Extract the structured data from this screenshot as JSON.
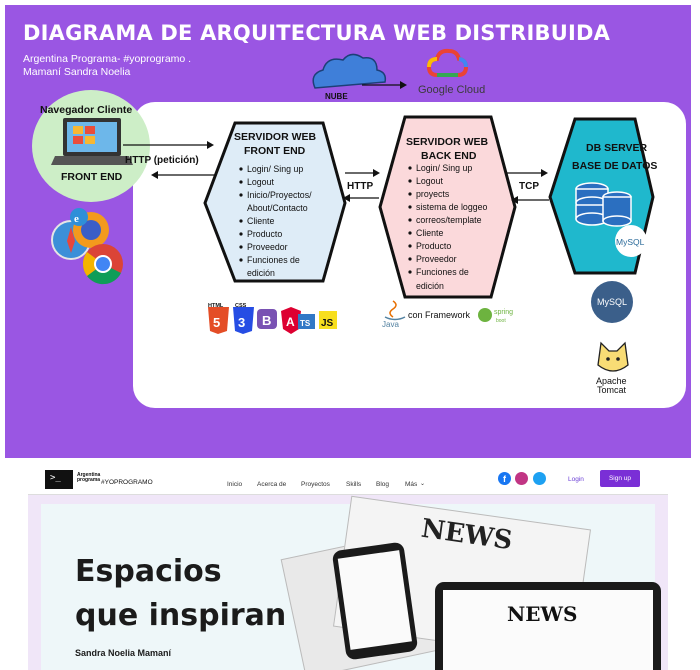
{
  "diagram": {
    "title": "DIAGRAMA DE ARQUITECTURA WEB DISTRIBUIDA",
    "subtitle_line1": "Argentina Programa- #yoprogramo .",
    "subtitle_line2": "Mamaní Sandra Noelia",
    "cloud_label": "NUBE",
    "google_cloud": "Google Cloud",
    "client_title": "Navegador Cliente",
    "client_sub": "FRONT END",
    "http_request": "HTTP (petición)",
    "http": "HTTP",
    "tcp": "TCP",
    "frontend": {
      "title1": "SERVIDOR WEB",
      "title2": "FRONT END",
      "items": [
        "Login/ Sing up",
        "Logout",
        "Inicio/Proyectos/",
        "About/Contacto",
        "Cliente",
        "Producto",
        "Proveedor",
        "Funciones de",
        "edición"
      ]
    },
    "backend": {
      "title1": "SERVIDOR WEB",
      "title2": "BACK END",
      "items": [
        "Login/ Sing up",
        "Logout",
        "proyects",
        "sistema de loggeo",
        "correos/template",
        "Cliente",
        "Producto",
        "Proveedor",
        "Funciones de",
        "edición"
      ]
    },
    "db": {
      "title1": "DB SERVER",
      "title2": "BASE DE DATOS",
      "mysql": "MySQL"
    },
    "frontend_tech": [
      "HTML",
      "CSS",
      "B",
      "A",
      "TS",
      "JS"
    ],
    "backend_tech": {
      "java": "Java",
      "with": "con Framework",
      "spring1": "spring",
      "spring2": "boot"
    },
    "mysql_badge": "MySQL",
    "tomcat1": "Apache",
    "tomcat2": "Tomcat",
    "colors": {
      "purple": "#9a56e3",
      "green": "#cdeec7",
      "frontend": "#deecf7",
      "backend": "#fbd9db",
      "db": "#1fb8cd"
    }
  },
  "website": {
    "brand1": "Argentina",
    "brand2": "programa",
    "brand3": "#YOPROGRAMO",
    "nav": [
      "Inicio",
      "Acerca de",
      "Proyectos",
      "Skills",
      "Blog",
      "Más"
    ],
    "login": "Login",
    "signup": "Sign up",
    "hero_line1": "Espacios",
    "hero_line2": "que inspiran",
    "hero_author": "Sandra Noelia Mamaní",
    "news": "NEWS"
  }
}
